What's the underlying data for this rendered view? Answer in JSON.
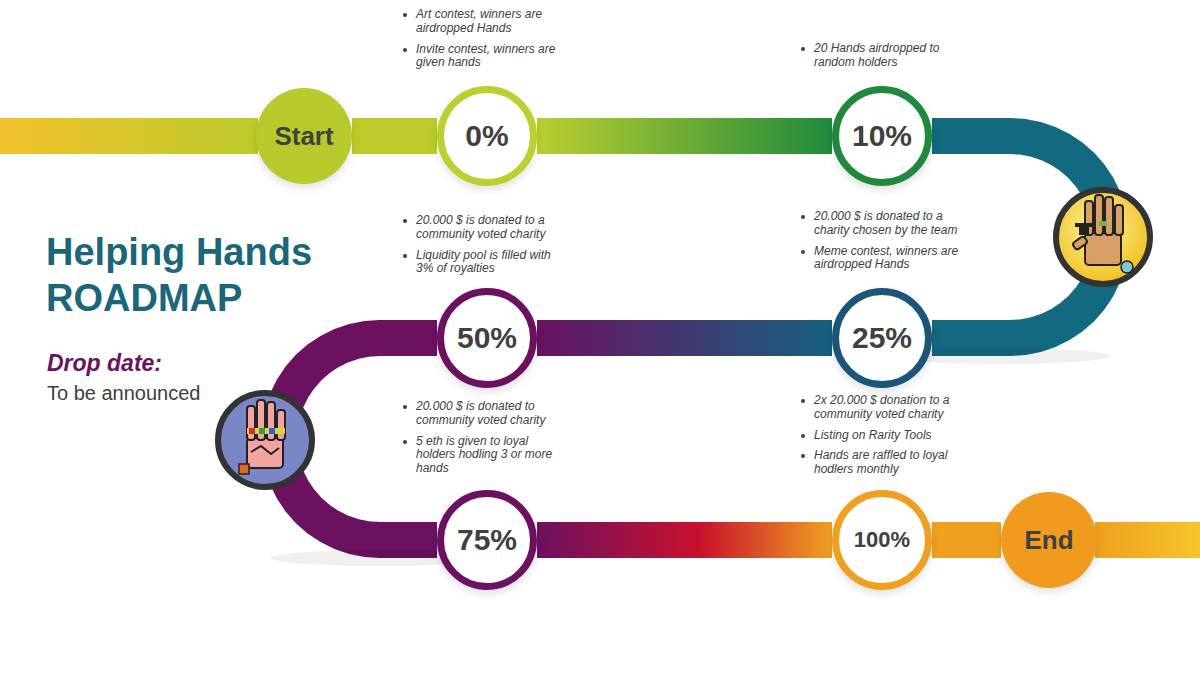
{
  "diagram": {
    "title": "Helping Hands ROADMAP",
    "nodes": [
      {
        "text": [
          "Start"
        ]
      },
      {
        "text": [
          "0%"
        ]
      },
      {
        "text": [
          "10%"
        ]
      },
      {
        "text": [
          "25%"
        ]
      },
      {
        "text": [
          "50%"
        ]
      },
      {
        "text": [
          "75%"
        ]
      },
      {
        "text": [
          "100%"
        ]
      },
      {
        "text": [
          "End"
        ]
      }
    ],
    "edges": [
      {
        "from": 0,
        "to": 1,
        "arrow": "none"
      },
      {
        "from": 1,
        "to": 2,
        "arrow": "none"
      },
      {
        "from": 2,
        "to": 3,
        "arrow": "none"
      },
      {
        "from": 3,
        "to": 4,
        "arrow": "none"
      },
      {
        "from": 4,
        "to": 5,
        "arrow": "none"
      },
      {
        "from": 5,
        "to": 6,
        "arrow": "none"
      },
      {
        "from": 6,
        "to": 7,
        "arrow": "none"
      }
    ],
    "labels": [
      "Art contest, winners are airdropped Hands",
      "Invite contest, winners are given hands",
      "20 Hands airdropped to random holders",
      "20.000 $ is donated to a community voted charity",
      "Liquidity pool is filled with 3% of royalties",
      "20.000 $ is donated to a charity chosen by the team",
      "Meme contest, winners are airdropped Hands",
      "Drop date:",
      "To be announced",
      "20.000 $ is donated to community voted charity",
      "5 eth is given to loyal holders hodling 3 or more hands",
      "2x 20.000 $ donation to a community voted charity",
      "Listing on Rarity Tools",
      "Hands are raffled to loyal hodlers monthly"
    ]
  }
}
